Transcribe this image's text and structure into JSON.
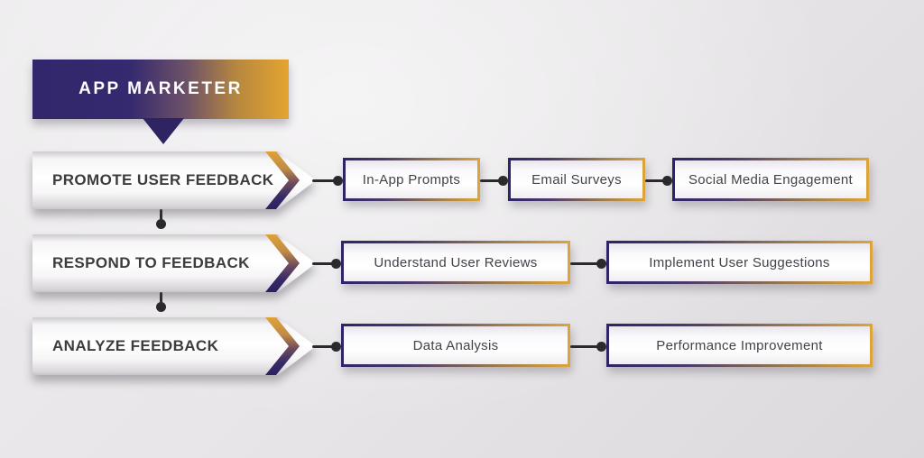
{
  "header": {
    "title": "APP MARKETER"
  },
  "rows": [
    {
      "label": "PROMOTE USER FEEDBACK",
      "items": [
        {
          "label": "In-App Prompts"
        },
        {
          "label": "Email Surveys"
        },
        {
          "label": "Social Media Engagement"
        }
      ]
    },
    {
      "label": "RESPOND TO FEEDBACK",
      "items": [
        {
          "label": "Understand User Reviews"
        },
        {
          "label": "Implement User Suggestions"
        }
      ]
    },
    {
      "label": "ANALYZE FEEDBACK",
      "items": [
        {
          "label": "Data Analysis"
        },
        {
          "label": "Performance Improvement"
        }
      ]
    }
  ],
  "colors": {
    "indigo": "#32276b",
    "gold": "#e3a430",
    "connector": "#2b292c",
    "banner_text": "#3e3b3e",
    "node_text": "#454149"
  }
}
